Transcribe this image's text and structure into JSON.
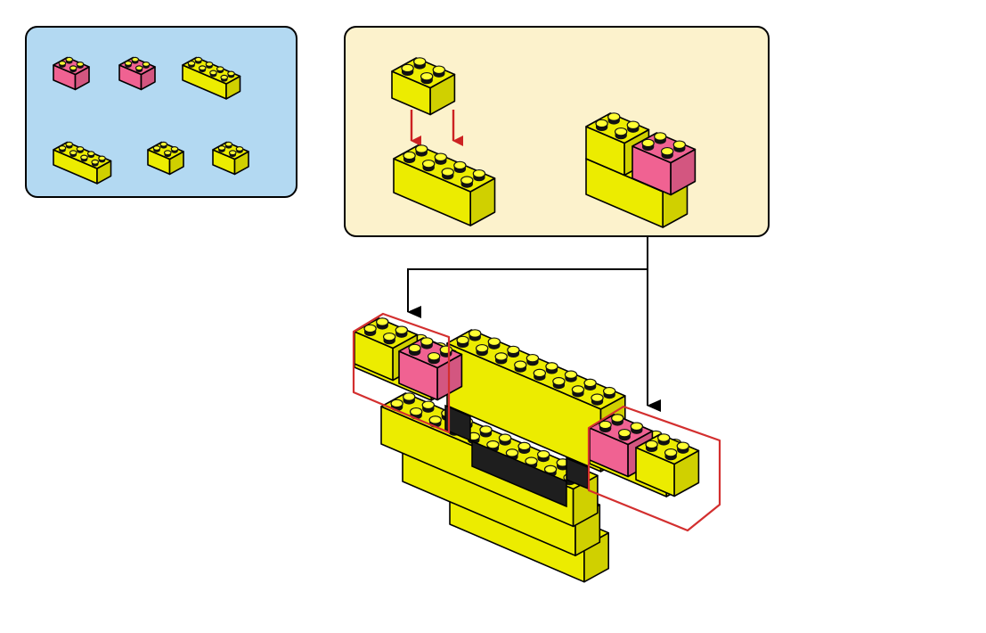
{
  "colors": {
    "parts_panel_bg": "#b3d9f2",
    "step_panel_bg": "#fcf2cc",
    "brick_yellow": "#ecec00",
    "brick_pink": "#f06292",
    "stud_top": "#ffff33",
    "outline": "#000000",
    "arrow_red": "#cc2222",
    "highlight_red": "#d32f2f",
    "eye_black": "#1e1e1e"
  },
  "parts_list": [
    {
      "size": "2x2",
      "color": "pink"
    },
    {
      "size": "2x2",
      "color": "pink"
    },
    {
      "size": "2x4",
      "color": "yellow"
    },
    {
      "size": "2x4",
      "color": "yellow"
    },
    {
      "size": "2x2",
      "color": "yellow"
    },
    {
      "size": "2x2",
      "color": "yellow"
    }
  ],
  "icons": [
    "down-arrow-icon",
    "callout-arrow-icon"
  ]
}
